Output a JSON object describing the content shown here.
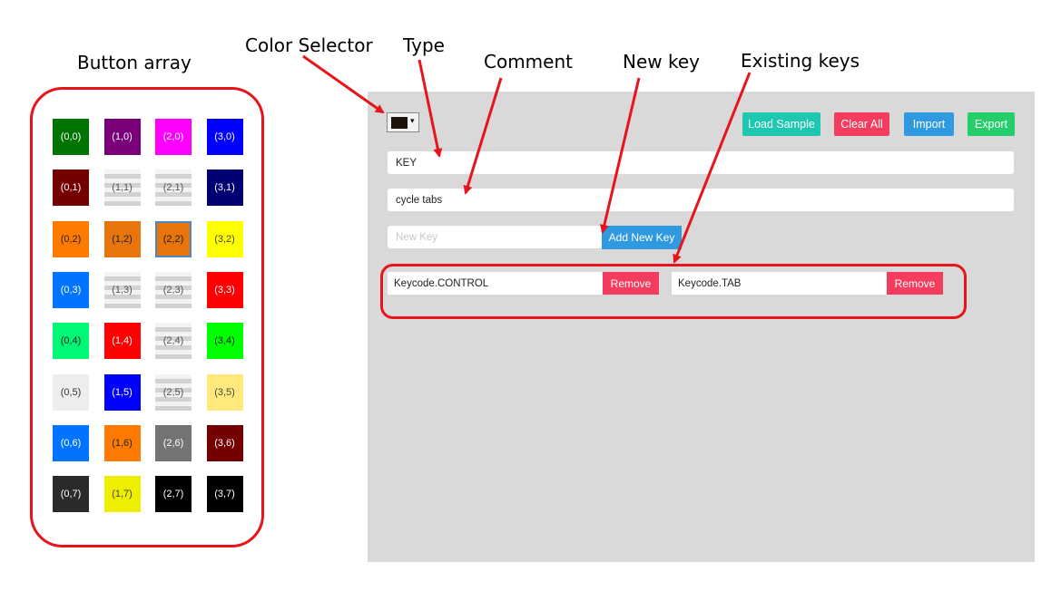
{
  "annotations": {
    "button_array": "Button array",
    "color_selector": "Color Selector",
    "type": "Type",
    "comment": "Comment",
    "new_key": "New key",
    "existing_keys": "Existing keys"
  },
  "button_array": [
    {
      "label": "(0,0)",
      "bg": "#007400",
      "fg": "#ffffff"
    },
    {
      "label": "(1,0)",
      "bg": "#7a007a",
      "fg": "#ffffff"
    },
    {
      "label": "(2,0)",
      "bg": "#ff00ff",
      "fg": "#ffffff"
    },
    {
      "label": "(3,0)",
      "bg": "#0000ff",
      "fg": "#ffffff"
    },
    {
      "label": "(0,1)",
      "bg": "#740000",
      "fg": "#ffffff"
    },
    {
      "label": "(1,1)",
      "style": "striped",
      "fg": "#555555"
    },
    {
      "label": "(2,1)",
      "style": "striped",
      "fg": "#555555"
    },
    {
      "label": "(3,1)",
      "bg": "#000074",
      "fg": "#ffffff"
    },
    {
      "label": "(0,2)",
      "bg": "#ff7a00",
      "fg": "#222222"
    },
    {
      "label": "(1,2)",
      "bg": "#e8740c",
      "fg": "#222222"
    },
    {
      "label": "(2,2)",
      "bg": "#e8740c",
      "fg": "#222222",
      "selected": true
    },
    {
      "label": "(3,2)",
      "bg": "#ffff00",
      "fg": "#444444"
    },
    {
      "label": "(0,3)",
      "bg": "#0074ff",
      "fg": "#ffffff"
    },
    {
      "label": "(1,3)",
      "style": "striped",
      "fg": "#555555"
    },
    {
      "label": "(2,3)",
      "style": "striped",
      "fg": "#555555"
    },
    {
      "label": "(3,3)",
      "bg": "#ff0000",
      "fg": "#ffffff"
    },
    {
      "label": "(0,4)",
      "bg": "#00f874",
      "fg": "#222222"
    },
    {
      "label": "(1,4)",
      "bg": "#ff0000",
      "fg": "#ffffff"
    },
    {
      "label": "(2,4)",
      "style": "striped",
      "fg": "#555555"
    },
    {
      "label": "(3,4)",
      "bg": "#00ff00",
      "fg": "#222222"
    },
    {
      "label": "(0,5)",
      "bg": "#eeeeee",
      "fg": "#333333"
    },
    {
      "label": "(1,5)",
      "bg": "#0000ff",
      "fg": "#ffffff"
    },
    {
      "label": "(2,5)",
      "style": "striped",
      "fg": "#555555"
    },
    {
      "label": "(3,5)",
      "bg": "#ffe97a",
      "fg": "#444444"
    },
    {
      "label": "(0,6)",
      "bg": "#0074ff",
      "fg": "#ffffff"
    },
    {
      "label": "(1,6)",
      "bg": "#ff7a00",
      "fg": "#222222"
    },
    {
      "label": "(2,6)",
      "bg": "#747474",
      "fg": "#ffffff"
    },
    {
      "label": "(3,6)",
      "bg": "#740000",
      "fg": "#ffffff"
    },
    {
      "label": "(0,7)",
      "bg": "#2a2a2a",
      "fg": "#ffffff"
    },
    {
      "label": "(1,7)",
      "bg": "#eeee00",
      "fg": "#444444"
    },
    {
      "label": "(2,7)",
      "bg": "#000000",
      "fg": "#ffffff"
    },
    {
      "label": "(3,7)",
      "bg": "#000000",
      "fg": "#ffffff"
    }
  ],
  "color_selector": {
    "value": "#1e120c",
    "arrow": "▾"
  },
  "toolbar": {
    "load_sample": {
      "label": "Load Sample",
      "color": "#1dc7b0"
    },
    "clear_all": {
      "label": "Clear All",
      "color": "#f33c5e"
    },
    "import": {
      "label": "Import",
      "color": "#2f9ae0"
    },
    "export": {
      "label": "Export",
      "color": "#24cf6b"
    }
  },
  "form": {
    "type_value": "KEY",
    "comment_value": "cycle tabs",
    "new_key_placeholder": "New Key",
    "add_key_label": "Add New Key"
  },
  "existing_keys": [
    {
      "value": "Keycode.CONTROL",
      "remove_label": "Remove"
    },
    {
      "value": "Keycode.TAB",
      "remove_label": "Remove"
    }
  ],
  "colors": {
    "annotation_red": "#e8141b",
    "panel_bg": "#d9d9d9"
  }
}
